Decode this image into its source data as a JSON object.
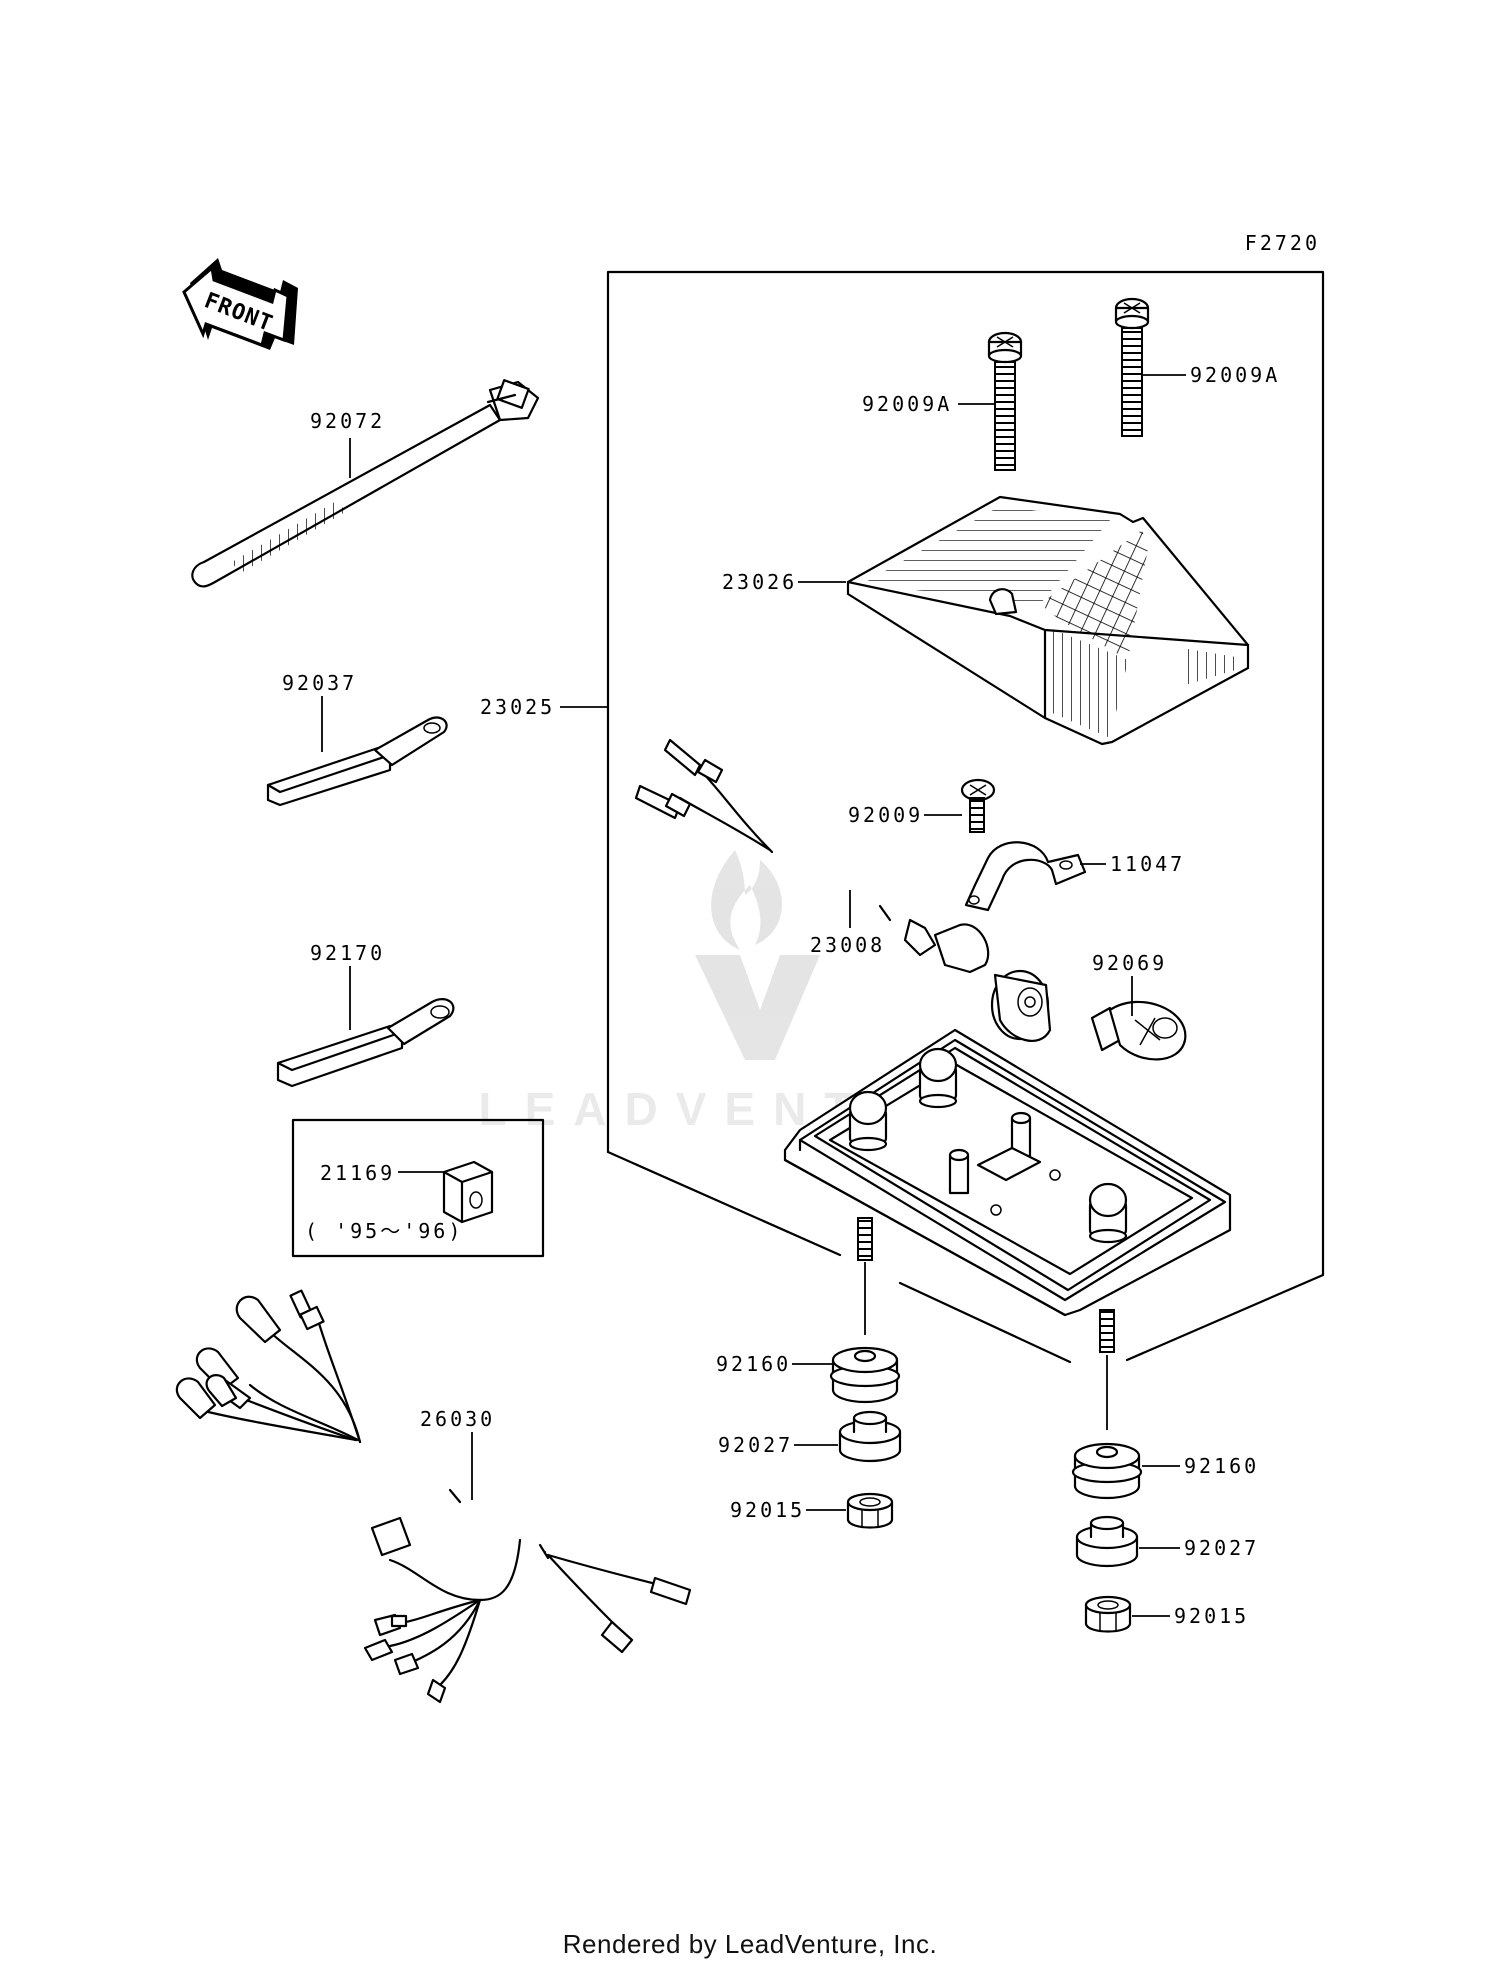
{
  "diagram": {
    "code": "F2720",
    "front_label": "FRONT",
    "footer": "Rendered by LeadVenture, Inc.",
    "watermark": "LEADVENTURE",
    "inset_note": "( '95～'96)",
    "parts": {
      "p92072": "92072",
      "p92037": "92037",
      "p92170": "92170",
      "p21169": "21169",
      "p26030": "26030",
      "p23025": "23025",
      "p92009A_left": "92009A",
      "p92009A_right": "92009A",
      "p23026": "23026",
      "p92009": "92009",
      "p11047": "11047",
      "p23008": "23008",
      "p92069": "92069",
      "p92160_left": "92160",
      "p92027_left": "92027",
      "p92015_left": "92015",
      "p92160_right": "92160",
      "p92027_right": "92027",
      "p92015_right": "92015"
    }
  }
}
